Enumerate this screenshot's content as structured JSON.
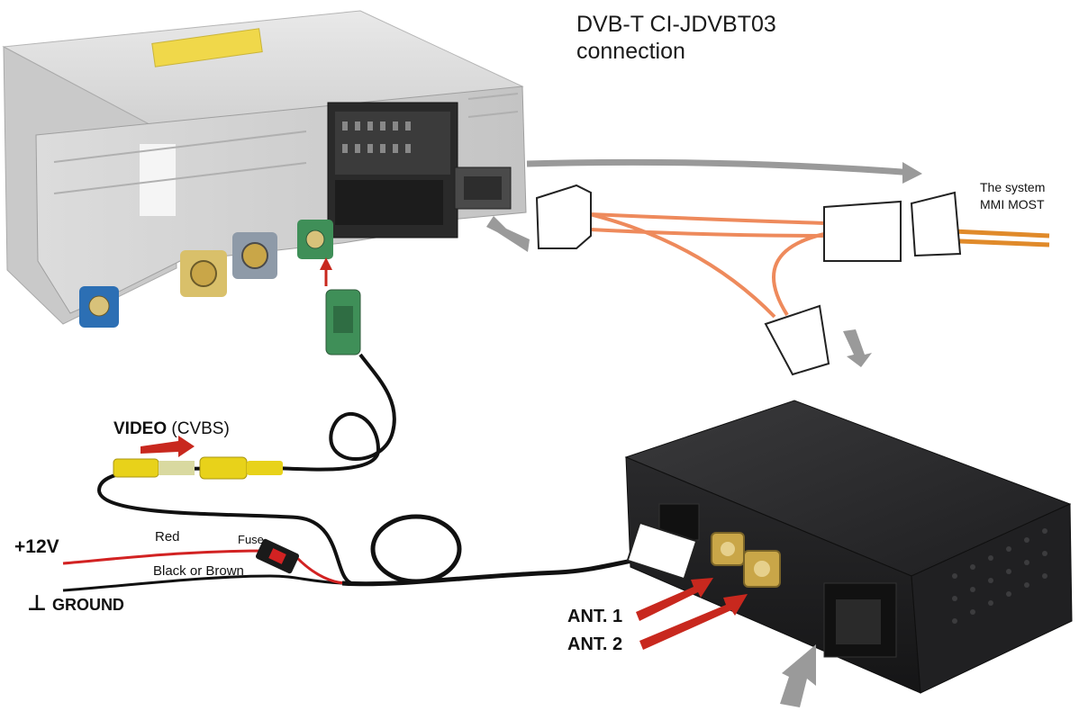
{
  "title": {
    "line1": "DVB-T CI-JDVBT03",
    "line2": "connection"
  },
  "labels": {
    "mmi_line1": "The system",
    "mmi_line2": "MMI MOST",
    "video_bold": "VIDEO",
    "video_rest": " (CVBS)",
    "plus12v": "+12V",
    "ground_symbol": "⊥",
    "ground": "GROUND",
    "red": "Red",
    "fuse": "Fuse",
    "black_or_brown": "Black or Brown",
    "ant1": "ANT. 1",
    "ant2": "ANT. 2"
  },
  "colors": {
    "arrow_red": "#c8281e",
    "arrow_gray": "#9a9a9a",
    "fiber_orange": "#ee8a5c",
    "cable_black": "#111111",
    "wire_red": "#d22222",
    "rca_yellow": "#e8d21a",
    "fakra_green": "#3f8f58",
    "fakra_blue": "#2c6fb4",
    "fakra_yellow": "#d9c06a",
    "fakra_gray": "#8e9aa8",
    "box_dark": "#2a2a2c"
  },
  "icons": [
    "head-unit-image",
    "dvbt-module-image",
    "most-connector-icon",
    "fakra-connector-icon",
    "rca-connector-icon",
    "fuse-icon"
  ]
}
